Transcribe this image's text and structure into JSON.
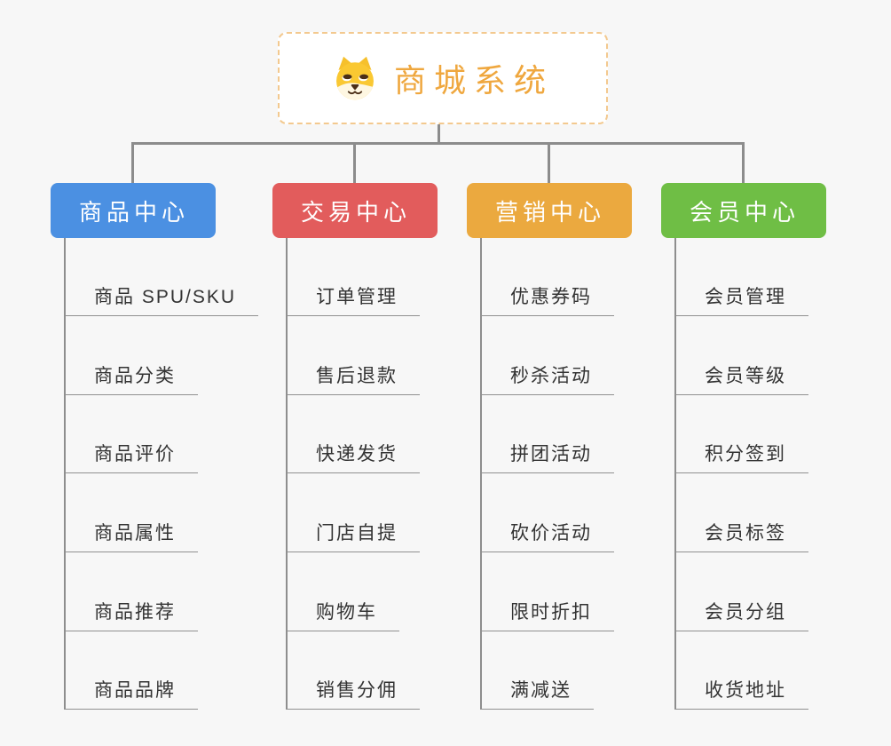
{
  "root": {
    "title": "商城系统",
    "icon": "shiba-dog-icon"
  },
  "branches": [
    {
      "id": "product-center",
      "label": "商品中心",
      "color": "#4b90e2",
      "items": [
        "商品 SPU/SKU",
        "商品分类",
        "商品评价",
        "商品属性",
        "商品推荐",
        "商品品牌"
      ]
    },
    {
      "id": "trade-center",
      "label": "交易中心",
      "color": "#e25c5c",
      "items": [
        "订单管理",
        "售后退款",
        "快递发货",
        "门店自提",
        "购物车",
        "销售分佣"
      ]
    },
    {
      "id": "marketing-center",
      "label": "营销中心",
      "color": "#eba93f",
      "items": [
        "优惠券码",
        "秒杀活动",
        "拼团活动",
        "砍价活动",
        "限时折扣",
        "满减送"
      ]
    },
    {
      "id": "member-center",
      "label": "会员中心",
      "color": "#6fbe45",
      "items": [
        "会员管理",
        "会员等级",
        "积分签到",
        "会员标签",
        "会员分组",
        "收货地址"
      ]
    }
  ],
  "colors": {
    "background": "#f7f7f7",
    "connector": "#8c8c8c",
    "leaf_line": "#909090",
    "leaf_text": "#333333",
    "root_text": "#efa73e",
    "root_border": "#f3c98f"
  }
}
